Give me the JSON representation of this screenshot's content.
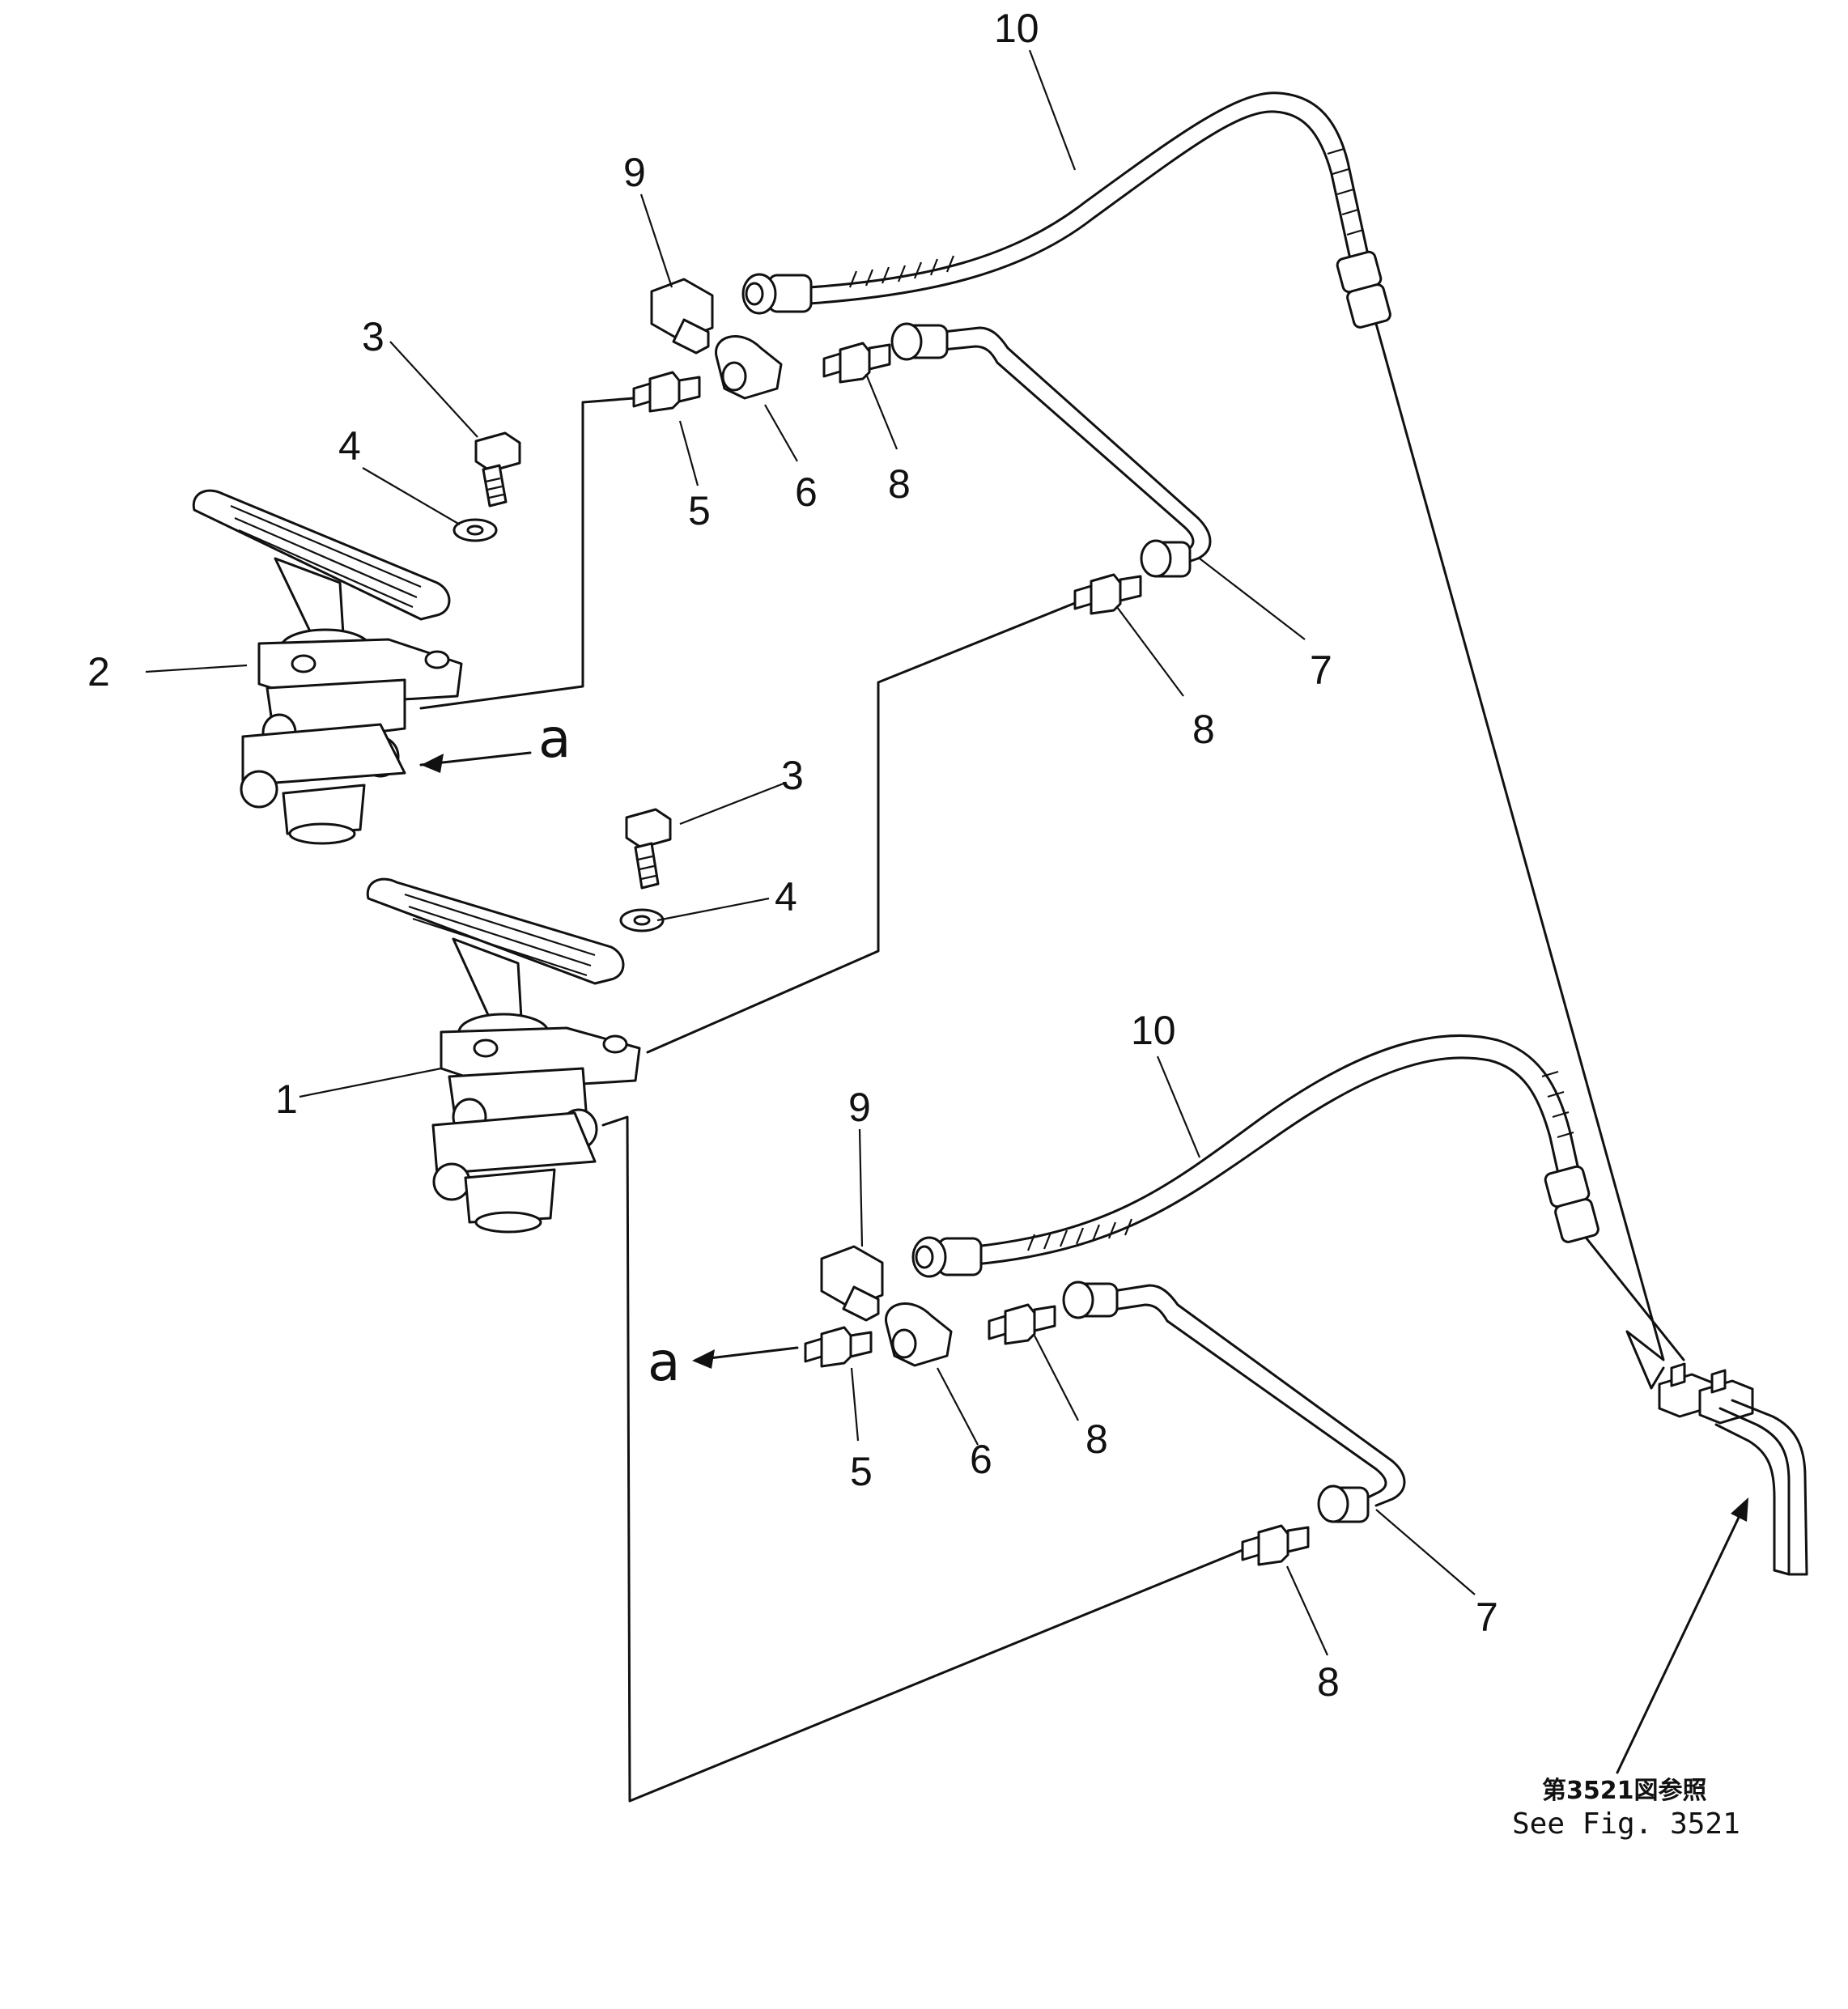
{
  "diagram": {
    "callouts": {
      "top": {
        "hose": "10",
        "elbow": "9",
        "bolt": "3",
        "washer": "4",
        "valve": "2",
        "connector_left": "5",
        "tee": "6",
        "connector_right": "8",
        "tube": "7",
        "connector_lower": "8",
        "view_arrow": "a"
      },
      "bottom": {
        "bolt": "3",
        "washer": "4",
        "valve": "1",
        "hose": "10",
        "elbow": "9",
        "view_arrow": "a",
        "connector_left": "5",
        "tee": "6",
        "connector_right": "8",
        "tube": "7",
        "connector_lower": "8"
      }
    },
    "reference": {
      "japanese": "第3521図参照",
      "english": "See Fig. 3521"
    }
  }
}
